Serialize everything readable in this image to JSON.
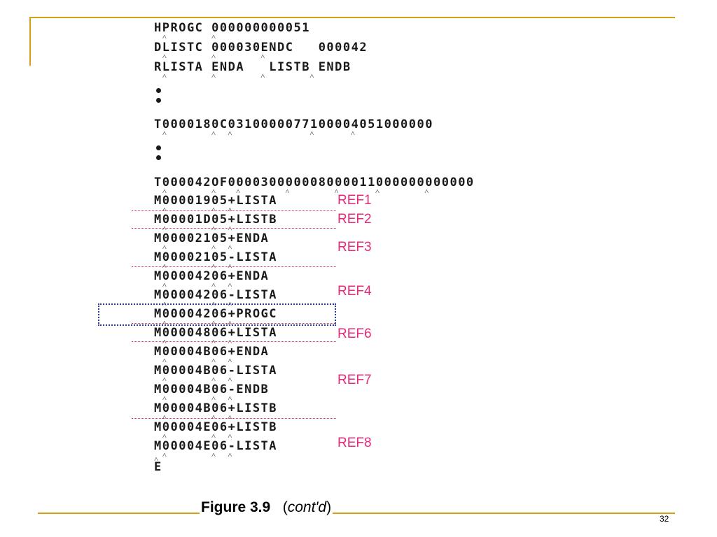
{
  "records": [
    "HPROGC 000000000051",
    "DLISTC 000030ENDC   000042",
    "RLISTA ENDA   LISTB ENDB",
    "T0000180C0310000077100004051000000",
    "T000042OF000030000008000011000000000000",
    "M00001905+LISTA",
    "M00001D05+LISTB",
    "M00002105+ENDA",
    "M00002105-LISTA",
    "M00004206+ENDA",
    "M00004206-LISTA",
    "M00004206+PROGC",
    "M00004806+LISTA",
    "M00004B06+ENDA",
    "M00004B06-LISTA",
    "M00004B06-ENDB",
    "M00004B06+LISTB",
    "M00004E06+LISTB",
    "M00004E06-LISTA",
    "E"
  ],
  "refs": [
    "REF1",
    "REF2",
    "REF3",
    "REF4",
    "REF6",
    "REF7",
    "REF8"
  ],
  "caption": {
    "figure": "Figure 3.9",
    "note_open": "(",
    "note": "cont'd",
    "note_close": ")"
  },
  "page_number": "32",
  "colors": {
    "rule": "#d4a017",
    "ref_text": "#e8287a",
    "highlight_box": "#2a3a9e"
  }
}
